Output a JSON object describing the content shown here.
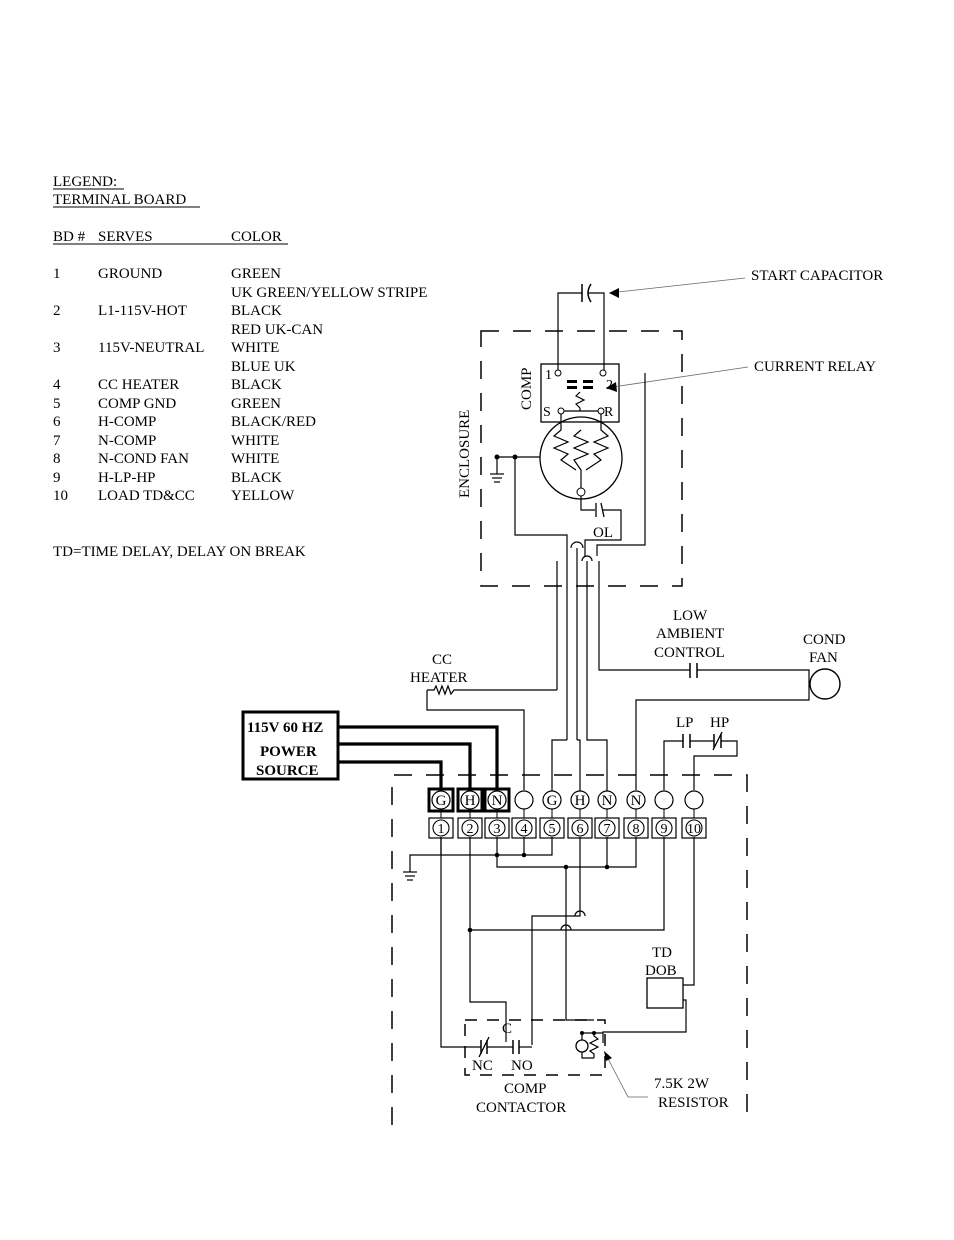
{
  "legend": {
    "title": "LEGEND:",
    "subtitle": "TERMINAL BOARD",
    "headers": {
      "bd": "BD #",
      "serves": "SERVES",
      "color": "COLOR"
    },
    "rows": [
      {
        "bd": "1",
        "serves": "GROUND",
        "color": "GREEN",
        "color2": "UK GREEN/YELLOW STRIPE"
      },
      {
        "bd": "2",
        "serves": "L1-115V-HOT",
        "color": "BLACK",
        "color2": "RED UK-CAN"
      },
      {
        "bd": "3",
        "serves": "115V-NEUTRAL",
        "color": "WHITE",
        "color2": "BLUE UK"
      },
      {
        "bd": "4",
        "serves": "CC HEATER",
        "color": "BLACK",
        "color2": ""
      },
      {
        "bd": "5",
        "serves": "COMP GND",
        "color": "GREEN",
        "color2": ""
      },
      {
        "bd": "6",
        "serves": "H-COMP",
        "color": "BLACK/RED",
        "color2": ""
      },
      {
        "bd": "7",
        "serves": "N-COMP",
        "color": "WHITE",
        "color2": ""
      },
      {
        "bd": "8",
        "serves": "N-COND FAN",
        "color": "WHITE",
        "color2": ""
      },
      {
        "bd": "9",
        "serves": "H-LP-HP",
        "color": "BLACK",
        "color2": ""
      },
      {
        "bd": "10",
        "serves": "LOAD TD&CC",
        "color": "YELLOW",
        "color2": ""
      }
    ],
    "note": "TD=TIME DELAY, DELAY ON BREAK"
  },
  "labels": {
    "start_capacitor": "START CAPACITOR",
    "current_relay": "CURRENT RELAY",
    "comp": "COMP",
    "enclosure": "ENCLOSURE",
    "relay_1": "1",
    "relay_2": "2",
    "relay_s": "S",
    "relay_r": "R",
    "ol": "OL",
    "low_ambient": [
      "LOW",
      "AMBIENT",
      "CONTROL"
    ],
    "cond_fan": [
      "COND",
      "FAN"
    ],
    "cc_heater": [
      "CC",
      "HEATER"
    ],
    "power_source": [
      "115V 60 HZ",
      "POWER",
      "SOURCE"
    ],
    "lp": "LP",
    "hp": "HP",
    "td_dob": [
      "TD",
      "DOB"
    ],
    "contactor_c": "C",
    "contactor_nc": "NC",
    "contactor_no": "NO",
    "comp_contactor": [
      "COMP",
      "CONTACTOR"
    ],
    "resistor": [
      "7.5K 2W",
      "RESISTOR"
    ]
  },
  "terminal_top": [
    "G",
    "H",
    "N",
    "",
    "G",
    "H",
    "N",
    "N",
    "",
    ""
  ],
  "terminal_bottom": [
    "1",
    "2",
    "3",
    "4",
    "5",
    "6",
    "7",
    "8",
    "9",
    "10"
  ]
}
